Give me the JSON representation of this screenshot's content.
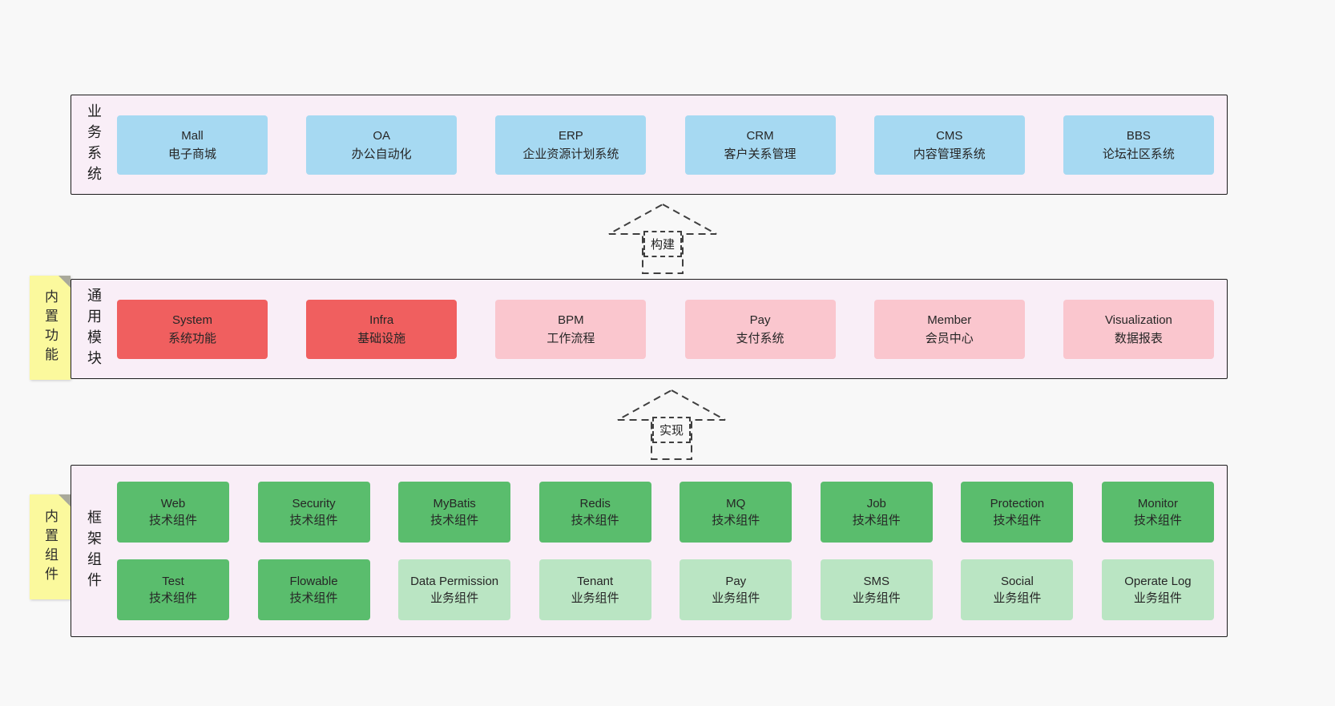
{
  "colors": {
    "page_bg": "#f8f8f8",
    "band_bg": "#f9eef7",
    "band_border": "#1c1c1c",
    "blue": "#a6d9f2",
    "red": "#f05f5f",
    "pink": "#fac6ce",
    "green_dark": "#5abd6d",
    "green_light": "#bae5c3",
    "sticky": "#fbf99d",
    "text": "#262626"
  },
  "connectors": [
    {
      "label": "构建"
    },
    {
      "label": "实现"
    }
  ],
  "layers": [
    {
      "label": "业务系统",
      "items": [
        {
          "title": "Mall",
          "subtitle": "电子商城",
          "variant": "blue"
        },
        {
          "title": "OA",
          "subtitle": "办公自动化",
          "variant": "blue"
        },
        {
          "title": "ERP",
          "subtitle": "企业资源计划系统",
          "variant": "blue"
        },
        {
          "title": "CRM",
          "subtitle": "客户关系管理",
          "variant": "blue"
        },
        {
          "title": "CMS",
          "subtitle": "内容管理系统",
          "variant": "blue"
        },
        {
          "title": "BBS",
          "subtitle": "论坛社区系统",
          "variant": "blue"
        }
      ]
    },
    {
      "label": "通用模块",
      "sticky": "内置功能",
      "items": [
        {
          "title": "System",
          "subtitle": "系统功能",
          "variant": "red"
        },
        {
          "title": "Infra",
          "subtitle": "基础设施",
          "variant": "red"
        },
        {
          "title": "BPM",
          "subtitle": "工作流程",
          "variant": "pink"
        },
        {
          "title": "Pay",
          "subtitle": "支付系统",
          "variant": "pink"
        },
        {
          "title": "Member",
          "subtitle": "会员中心",
          "variant": "pink"
        },
        {
          "title": "Visualization",
          "subtitle": "数据报表",
          "variant": "pink"
        }
      ]
    },
    {
      "label": "框架组件",
      "sticky": "内置组件",
      "rows": [
        [
          {
            "title": "Web",
            "subtitle": "技术组件",
            "variant": "green"
          },
          {
            "title": "Security",
            "subtitle": "技术组件",
            "variant": "green"
          },
          {
            "title": "MyBatis",
            "subtitle": "技术组件",
            "variant": "green"
          },
          {
            "title": "Redis",
            "subtitle": "技术组件",
            "variant": "green"
          },
          {
            "title": "MQ",
            "subtitle": "技术组件",
            "variant": "green"
          },
          {
            "title": "Job",
            "subtitle": "技术组件",
            "variant": "green"
          },
          {
            "title": "Protection",
            "subtitle": "技术组件",
            "variant": "green"
          },
          {
            "title": "Monitor",
            "subtitle": "技术组件",
            "variant": "green"
          }
        ],
        [
          {
            "title": "Test",
            "subtitle": "技术组件",
            "variant": "green"
          },
          {
            "title": "Flowable",
            "subtitle": "技术组件",
            "variant": "green"
          },
          {
            "title": "Data Permission",
            "subtitle": "业务组件",
            "variant": "green-light"
          },
          {
            "title": "Tenant",
            "subtitle": "业务组件",
            "variant": "green-light"
          },
          {
            "title": "Pay",
            "subtitle": "业务组件",
            "variant": "green-light"
          },
          {
            "title": "SMS",
            "subtitle": "业务组件",
            "variant": "green-light"
          },
          {
            "title": "Social",
            "subtitle": "业务组件",
            "variant": "green-light"
          },
          {
            "title": "Operate Log",
            "subtitle": "业务组件",
            "variant": "green-light"
          }
        ]
      ]
    }
  ]
}
